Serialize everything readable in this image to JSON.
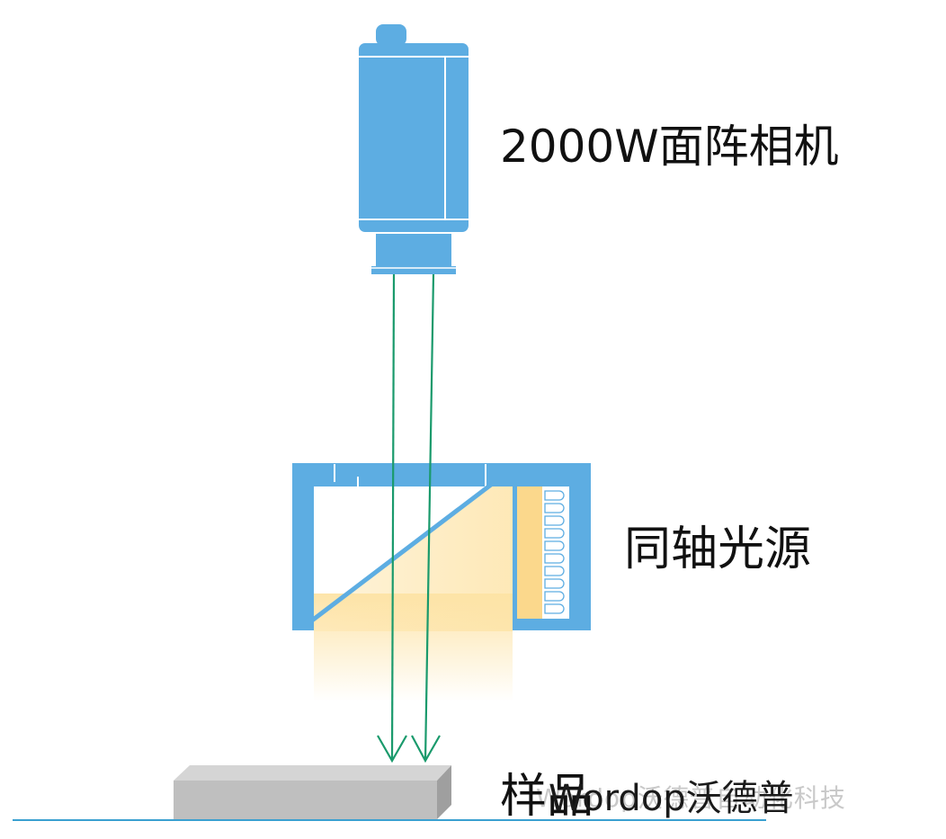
{
  "labels": {
    "camera": "2000W面阵相机",
    "light_source": "同轴光源",
    "sample": "样品"
  },
  "watermark": {
    "text": "Wordop沃德普",
    "faint_text": "Wordop沃德普自动化科技"
  },
  "colors": {
    "camera": "#5dade2",
    "light_frame": "#5dade2",
    "beam": "#1a9a6c",
    "sample_top": "#d5d5d5",
    "sample_front": "#bfbfbf",
    "sample_side": "#9f9f9f",
    "ground_line": "#3aa0d0",
    "glow": "#fde7b0"
  }
}
